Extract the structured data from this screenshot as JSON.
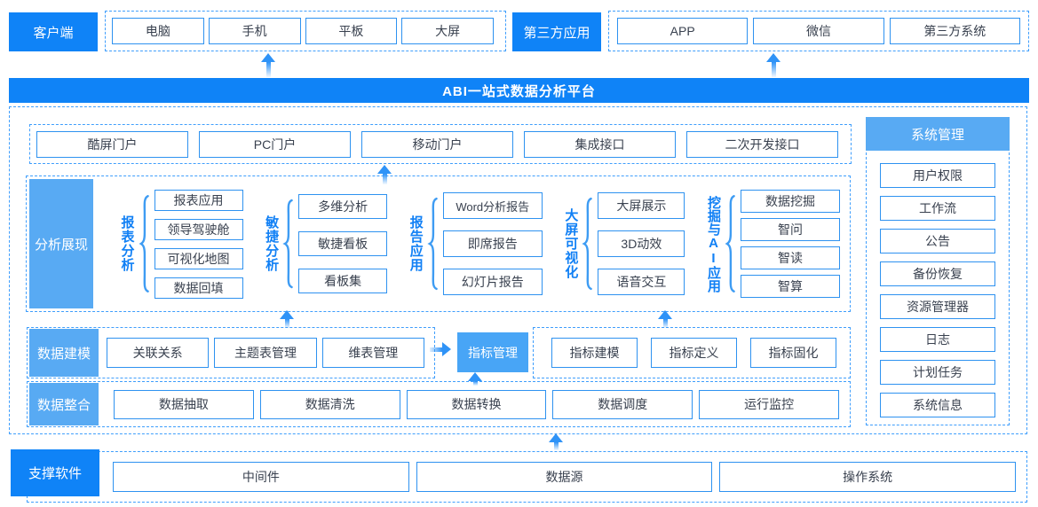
{
  "colors": {
    "solid_blue": "#0f83f7",
    "section_blue": "#58aaf3",
    "metric_blue": "#48a5f6",
    "border_blue": "#2e92f0",
    "dashed_blue": "#3f9efc",
    "arrow_blue": "#2f93f7",
    "text_dark": "#39414f",
    "group_label_blue": "#1180f5"
  },
  "top": {
    "client": {
      "label": "客户端",
      "items": [
        "电脑",
        "手机",
        "平板",
        "大屏"
      ]
    },
    "third_party": {
      "label": "第三方应用",
      "items": [
        "APP",
        "微信",
        "第三方系统"
      ]
    }
  },
  "banner": {
    "title": "ABI一站式数据分析平台"
  },
  "portals": [
    "酷屏门户",
    "PC门户",
    "移动门户",
    "集成接口",
    "二次开发接口"
  ],
  "analysis": {
    "label": "分析展现",
    "groups": [
      {
        "name": "报表分析",
        "items": [
          "报表应用",
          "领导驾驶舱",
          "可视化地图",
          "数据回填"
        ]
      },
      {
        "name": "敏捷分析",
        "items": [
          "多维分析",
          "敏捷看板",
          "看板集"
        ]
      },
      {
        "name": "报告应用",
        "items": [
          "Word分析报告",
          "即席报告",
          "幻灯片报告"
        ]
      },
      {
        "name": "大屏可视化",
        "items": [
          "大屏展示",
          "3D动效",
          "语音交互"
        ]
      },
      {
        "name": "挖掘与AI应用",
        "items": [
          "数据挖掘",
          "智问",
          "智读",
          "智算"
        ]
      }
    ]
  },
  "modeling": {
    "label": "数据建模",
    "left_items": [
      "关联关系",
      "主题表管理",
      "维表管理"
    ],
    "metric_label": "指标管理",
    "right_items": [
      "指标建模",
      "指标定义",
      "指标固化"
    ]
  },
  "integration": {
    "label": "数据整合",
    "items": [
      "数据抽取",
      "数据清洗",
      "数据转换",
      "数据调度",
      "运行监控"
    ]
  },
  "sysmgmt": {
    "label": "系统管理",
    "items": [
      "用户权限",
      "工作流",
      "公告",
      "备份恢复",
      "资源管理器",
      "日志",
      "计划任务",
      "系统信息"
    ]
  },
  "support": {
    "label": "支撑软件",
    "items": [
      "中间件",
      "数据源",
      "操作系统"
    ]
  }
}
